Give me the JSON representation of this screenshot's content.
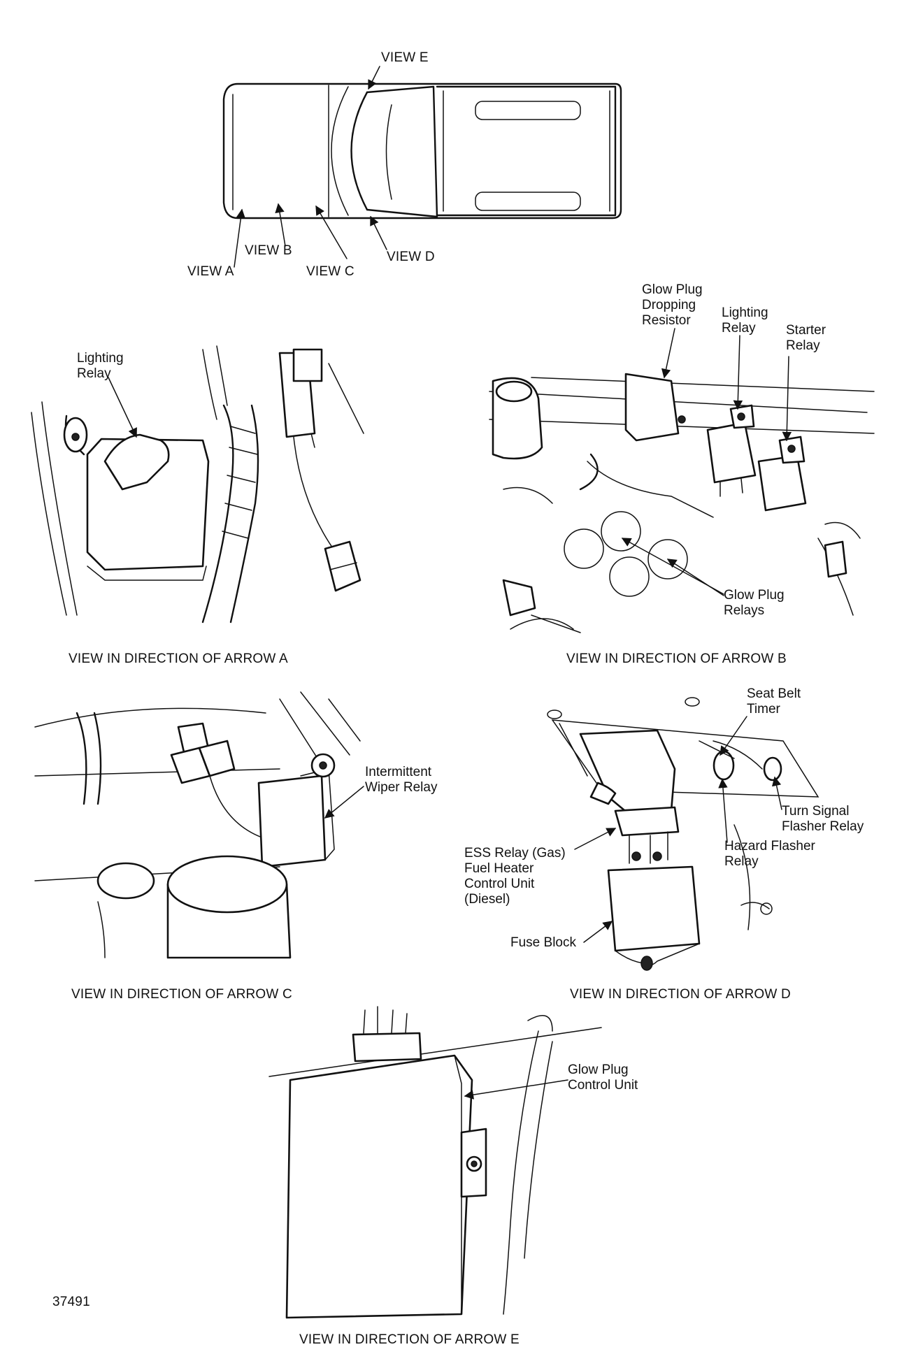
{
  "truck": {
    "view_a": "VIEW A",
    "view_b": "VIEW B",
    "view_c": "VIEW C",
    "view_d": "VIEW D",
    "view_e": "VIEW E"
  },
  "panel_a": {
    "caption": "VIEW IN DIRECTION OF ARROW A",
    "lighting_relay": "Lighting\nRelay"
  },
  "panel_b": {
    "caption": "VIEW IN DIRECTION OF ARROW B",
    "glow_plug_dropping_resistor": "Glow Plug\nDropping\nResistor",
    "lighting_relay": "Lighting\nRelay",
    "starter_relay": "Starter\nRelay",
    "glow_plug_relays": "Glow Plug\nRelays"
  },
  "panel_c": {
    "caption": "VIEW IN DIRECTION OF ARROW C",
    "intermittent_wiper_relay": "Intermittent\nWiper Relay"
  },
  "panel_d": {
    "caption": "VIEW IN DIRECTION OF ARROW D",
    "seat_belt_timer": "Seat Belt\nTimer",
    "turn_signal_flasher_relay": "Turn Signal\nFlasher Relay",
    "hazard_flasher_relay": "Hazard Flasher\nRelay",
    "ess_relay": "ESS Relay (Gas)\nFuel Heater\nControl Unit\n(Diesel)",
    "fuse_block": "Fuse Block"
  },
  "panel_e": {
    "caption": "VIEW IN DIRECTION OF ARROW E",
    "glow_plug_control_unit": "Glow Plug\nControl Unit"
  },
  "figure_number": "37491"
}
